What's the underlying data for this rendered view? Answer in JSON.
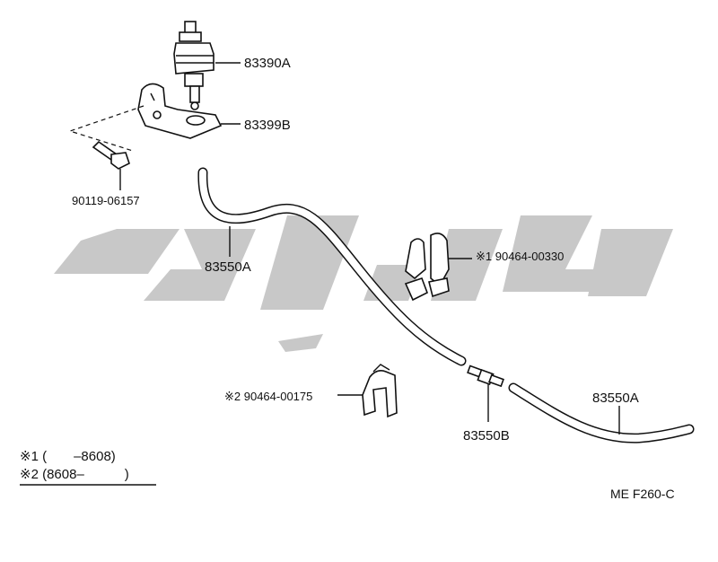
{
  "parts": {
    "switch_label": "83390A",
    "bracket_label": "83399B",
    "bolt_label": "90119-06157",
    "hose_upper_label": "83550A",
    "clamp1_label": "※1 90464-00330",
    "clamp2_label": "※2 90464-00175",
    "joint_label": "83550B",
    "hose_lower_label": "83550A"
  },
  "legend": {
    "note1": "※1 (　　–8608)",
    "note2": "※2 (8608–　　　)"
  },
  "figure_code": "ME  F260-C",
  "colors": {
    "watermark": "#c8c8c8",
    "ink": "#111111"
  }
}
